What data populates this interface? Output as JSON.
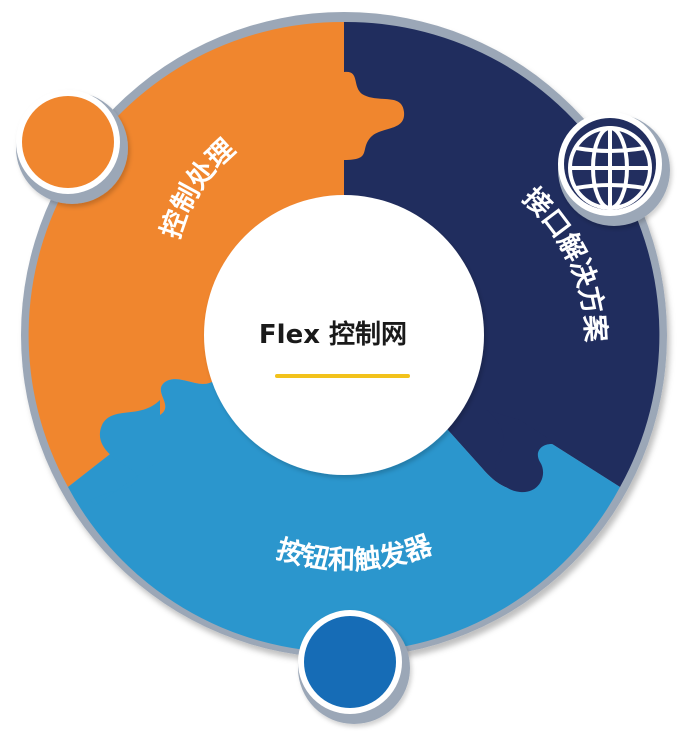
{
  "center": {
    "title": "Flex 控制网",
    "underline_color": "#F2C21B"
  },
  "segments": [
    {
      "id": "control",
      "label": "控制处理",
      "color": "#F0862E"
    },
    {
      "id": "interface",
      "label": "接口解决方案",
      "color": "#202D5E"
    },
    {
      "id": "buttons",
      "label": "按钮和触发器",
      "color": "#2B96CD"
    }
  ],
  "badges": [
    {
      "id": "orange",
      "color": "#F0862E",
      "icon": ""
    },
    {
      "id": "navy",
      "color": "#202D5E",
      "icon": "globe-icon"
    },
    {
      "id": "blue",
      "color": "#136CB6",
      "icon": ""
    }
  ],
  "ring_color": "#9BA7B7"
}
